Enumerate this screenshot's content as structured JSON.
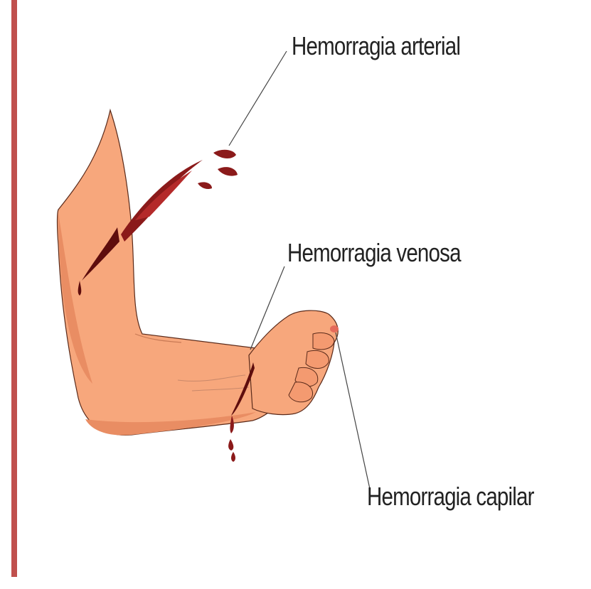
{
  "labels": {
    "arterial": "Hemorragia arterial",
    "venosa": "Hemorragia venosa",
    "capilar": "Hemorragia capilar"
  },
  "colors": {
    "frame_bar": "#c0504d",
    "skin": "#f7a77c",
    "skin_shadow": "#e98d63",
    "outline": "#5a2a1a",
    "blood": "#8b1a1a",
    "blood_dark": "#5e0d0d",
    "leader_line": "#444444"
  }
}
